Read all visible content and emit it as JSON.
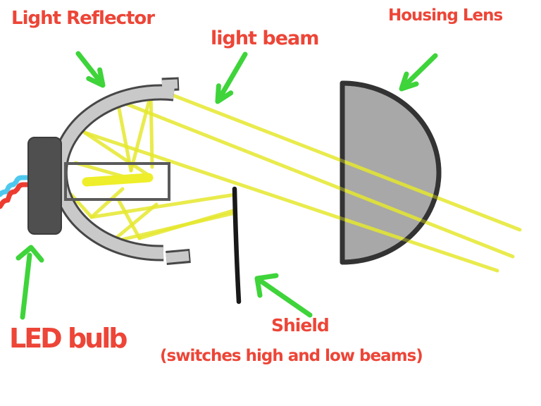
{
  "labels": {
    "reflector": "Light Reflector",
    "beam": "light beam",
    "lens": "Housing Lens",
    "bulb": "LED bulb",
    "shield": "Shield",
    "shield_note": "(switches high and low beams)"
  },
  "colors": {
    "label_red": "#ed4537",
    "arrow_green": "#3ed43a",
    "beam_yellow": "#e5e72e",
    "filament_yellow": "#eeee2a",
    "reflector_gray": "#c9c9c9",
    "lens_gray": "#a8a8a8",
    "bulb_dark_gray": "#4f4f4f",
    "wire_cyan": "#4fc8ee",
    "wire_red": "#ee3b30",
    "shield_black": "#191919",
    "background": "#ffffff"
  }
}
